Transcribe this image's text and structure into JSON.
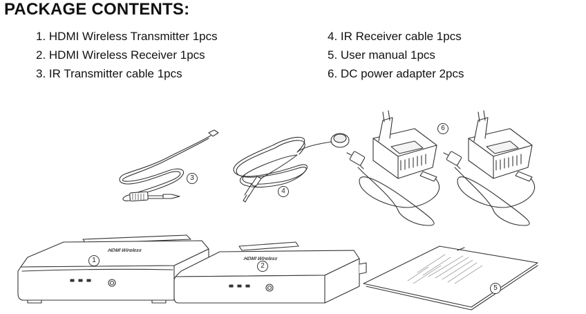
{
  "heading": "PACKAGE CONTENTS",
  "heading_colon": ":",
  "items_left": [
    "1. HDMI Wireless Transmitter 1pcs",
    "2. HDMI Wireless Receiver 1pcs",
    "3. IR Transmitter cable 1pcs"
  ],
  "items_right": [
    "4. IR Receiver cable 1pcs",
    "5. User manual 1pcs",
    "6. DC power adapter 2pcs"
  ],
  "callouts": {
    "transmitter": "1",
    "receiver": "2",
    "ir_transmitter": "3",
    "ir_receiver": "4",
    "manual": "5",
    "adapter": "6"
  },
  "device_brand": "HDMI Wireless"
}
